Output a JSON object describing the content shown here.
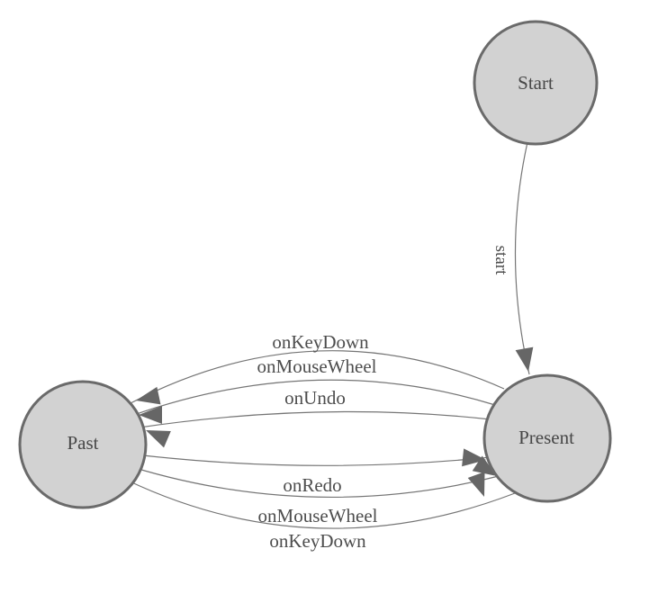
{
  "diagram": {
    "type": "state-machine",
    "background_color": "#ffffff",
    "node_fill_color": "#d2d2d2",
    "node_border_color": "#6a6a6a",
    "edge_line_color": "#757575",
    "arrowhead_color": "#666666",
    "label_text_color": "#4d4d4d",
    "nodes": [
      {
        "id": "start",
        "label": "Start"
      },
      {
        "id": "present",
        "label": "Present"
      },
      {
        "id": "past",
        "label": "Past"
      }
    ],
    "edges": [
      {
        "from": "start",
        "to": "present",
        "label": "start"
      },
      {
        "from": "present",
        "to": "past",
        "label": "onKeyDown"
      },
      {
        "from": "present",
        "to": "past",
        "label": "onMouseWheel"
      },
      {
        "from": "present",
        "to": "past",
        "label": "onUndo"
      },
      {
        "from": "past",
        "to": "present",
        "label": "onRedo"
      },
      {
        "from": "past",
        "to": "present",
        "label": "onMouseWheel"
      },
      {
        "from": "past",
        "to": "present",
        "label": "onKeyDown"
      }
    ]
  }
}
